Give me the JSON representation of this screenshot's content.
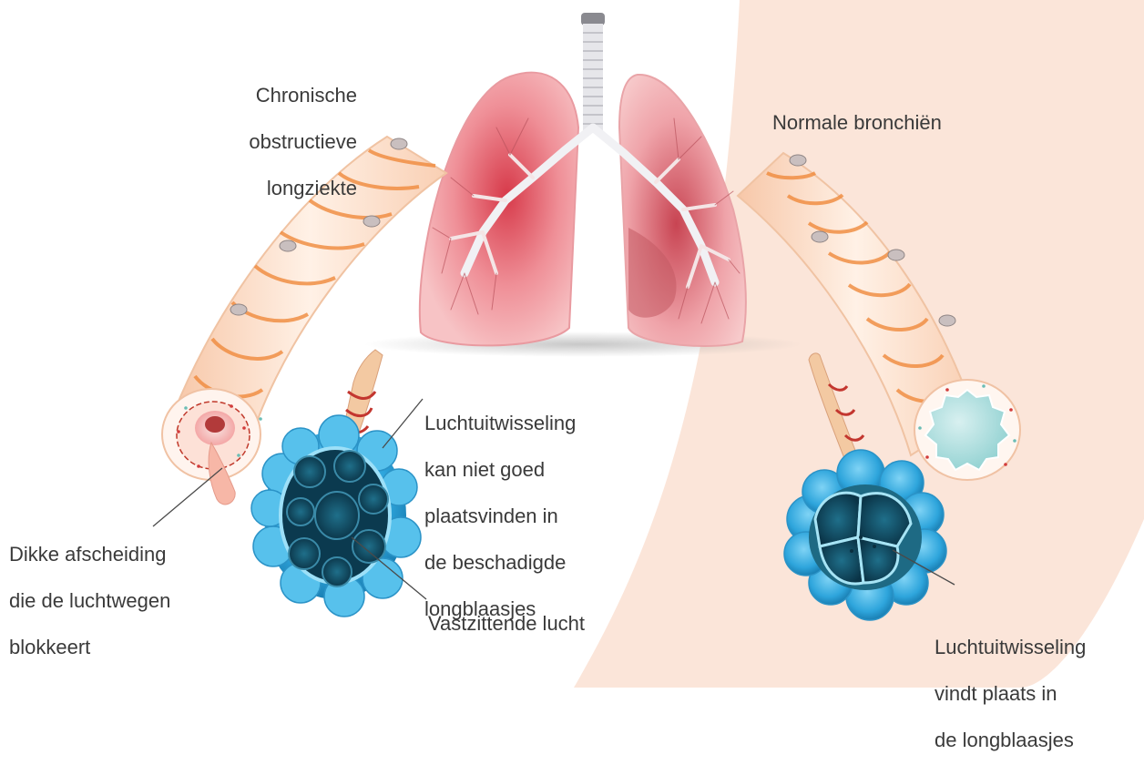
{
  "labels": {
    "copd_title": [
      "Chronische",
      "obstructieve",
      "longziekte"
    ],
    "normal_title": "Normale bronchiën",
    "thick_mucus": [
      "Dikke afscheiding",
      "die de luchtwegen",
      "blokkeert"
    ],
    "damaged_exchange": [
      "Luchtuitwisseling",
      "kan niet goed",
      "plaatsvinden in",
      "de beschadigde",
      "longblaasjes"
    ],
    "trapped_air": "Vastzittende lucht",
    "normal_exchange": [
      "Luchtuitwisseling",
      "vindt plaats in",
      "de longblaasjes"
    ]
  },
  "colors": {
    "right_panel_bg": "#fbe5d9",
    "lung_pink": "#f2aeb0",
    "lung_red": "#d9404f",
    "bronchus_cream": "#fde1cf",
    "bronchus_orange": "#f08a3c",
    "alveoli_blue": "#3fb0e3",
    "alveoli_dark": "#0f4a63",
    "trachea": "#e8e8ea",
    "text": "#3a3a3a"
  }
}
